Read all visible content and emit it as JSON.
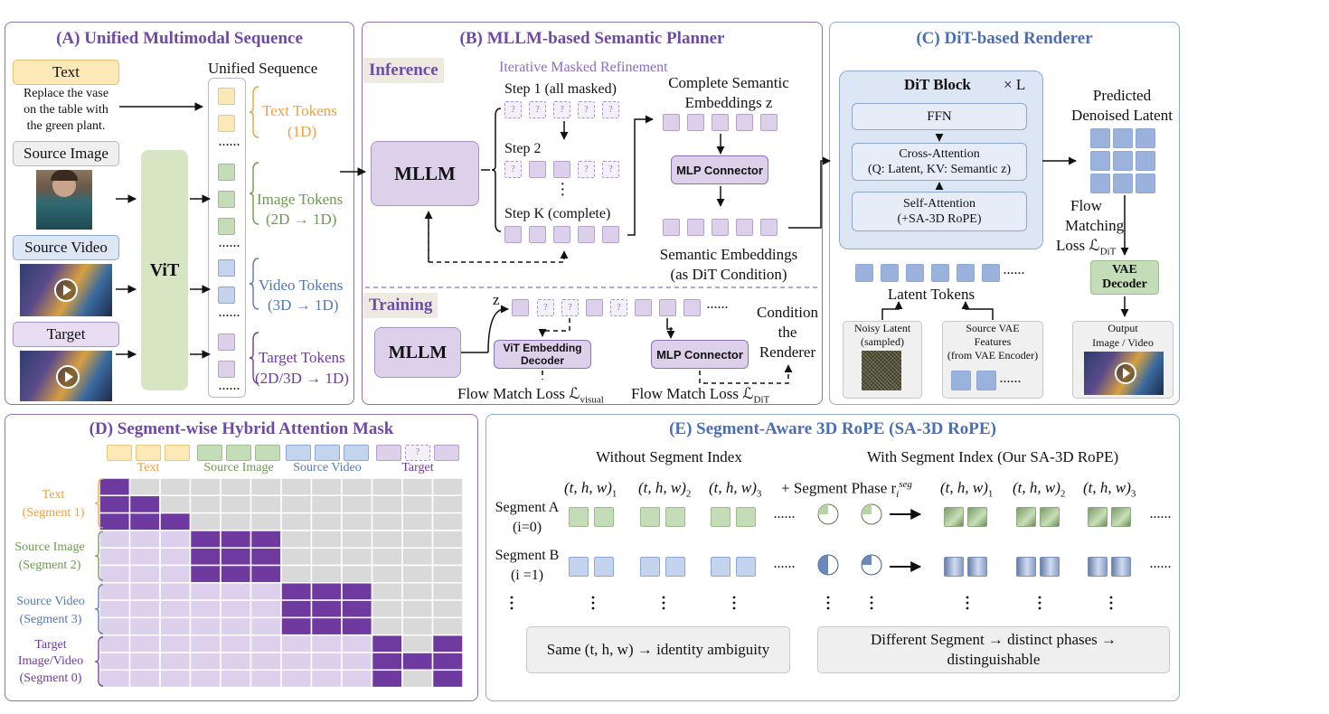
{
  "panel_a": {
    "title": "(A) Unified Multimodal Sequence",
    "text_label": "Text",
    "text_prompt": [
      "Replace the vase",
      "on the table with",
      "the green plant."
    ],
    "source_image_label": "Source Image",
    "source_video_label": "Source Video",
    "target_label": "Target",
    "vit_label": "ViT",
    "unified_sequence_label": "Unified Sequence",
    "text_tokens": [
      "Text Tokens",
      "(1D)"
    ],
    "image_tokens": [
      "Image Tokens",
      "(2D → 1D)"
    ],
    "video_tokens": [
      "Video Tokens",
      "(3D → 1D)"
    ],
    "target_tokens": [
      "Target Tokens",
      "(2D/3D → 1D)"
    ],
    "ellipsis": "......"
  },
  "panel_b": {
    "title": "(B) MLLM-based Semantic Planner",
    "inference_tag": "Inference",
    "training_tag": "Training",
    "iterative_label": "Iterative Masked Refinement",
    "mllm_label": "MLLM",
    "step1": "Step 1 (all masked)",
    "step2": "Step 2",
    "stepk": "Step K (complete)",
    "complete_embeddings": [
      "Complete Semantic",
      "Embeddings z"
    ],
    "mlp_connector": "MLP Connector",
    "semantic_embeddings": [
      "Semantic Embeddings",
      "(as DiT Condition)"
    ],
    "z_label": "z",
    "vit_embedding_decoder": [
      "ViT Embedding",
      "Decoder"
    ],
    "flow_match_loss_visual": "Flow Match Loss ℒ",
    "visual_sub": "visual",
    "flow_match_loss_dit": "Flow Match Loss ℒ",
    "dit_sub": "DiT",
    "condition_renderer": [
      "Condition",
      "the",
      "Renderer"
    ],
    "mask_symbol": "?"
  },
  "panel_c": {
    "title": "(C) DiT-based Renderer",
    "dit_block": "DiT Block",
    "times_l": "× L",
    "ffn": "FFN",
    "cross_attention": [
      "Cross-Attention",
      "(Q: Latent, KV: Semantic z)"
    ],
    "self_attention": [
      "Self-Attention",
      "(+SA-3D RoPE)"
    ],
    "predicted": [
      "Predicted",
      "Denoised Latent"
    ],
    "flow_matching_loss": [
      "Flow",
      "Matching",
      "Loss ℒ"
    ],
    "loss_sub": "DiT",
    "vae_decoder": [
      "VAE",
      "Decoder"
    ],
    "latent_tokens": "Latent Tokens",
    "noisy_latent": [
      "Noisy Latent",
      "(sampled)"
    ],
    "source_vae": [
      "Source VAE",
      "Features",
      "(from VAE Encoder)"
    ],
    "output": [
      "Output",
      "Image / Video"
    ]
  },
  "panel_d": {
    "title": "(D) Segment-wise Hybrid Attention Mask",
    "col_groups": [
      "Text",
      "Source Image",
      "Source Video",
      "Target"
    ],
    "row_labels": [
      [
        "Text",
        "(Segment 1)"
      ],
      [
        "Source Image",
        "(Segment 2)"
      ],
      [
        "Source Video",
        "(Segment 3)"
      ],
      [
        "Target",
        "Image/Video",
        "(Segment 0)"
      ]
    ],
    "mask_matrix": [
      [
        2,
        0,
        0,
        0,
        0,
        0,
        0,
        0,
        0,
        0,
        0,
        0
      ],
      [
        2,
        2,
        0,
        0,
        0,
        0,
        0,
        0,
        0,
        0,
        0,
        0
      ],
      [
        2,
        2,
        2,
        0,
        0,
        0,
        0,
        0,
        0,
        0,
        0,
        0
      ],
      [
        1,
        1,
        1,
        2,
        2,
        2,
        0,
        0,
        0,
        0,
        0,
        0
      ],
      [
        1,
        1,
        1,
        2,
        2,
        2,
        0,
        0,
        0,
        0,
        0,
        0
      ],
      [
        1,
        1,
        1,
        2,
        2,
        2,
        0,
        0,
        0,
        0,
        0,
        0
      ],
      [
        1,
        1,
        1,
        1,
        1,
        1,
        2,
        2,
        2,
        0,
        0,
        0
      ],
      [
        1,
        1,
        1,
        1,
        1,
        1,
        2,
        2,
        2,
        0,
        0,
        0
      ],
      [
        1,
        1,
        1,
        1,
        1,
        1,
        2,
        2,
        2,
        0,
        0,
        0
      ],
      [
        1,
        1,
        1,
        1,
        1,
        1,
        1,
        1,
        1,
        2,
        0,
        2
      ],
      [
        1,
        1,
        1,
        1,
        1,
        1,
        1,
        1,
        1,
        2,
        2,
        2
      ],
      [
        1,
        1,
        1,
        1,
        1,
        1,
        1,
        1,
        1,
        2,
        0,
        2
      ]
    ],
    "colors": {
      "attend": "#6e3aa0",
      "context": "#dcd0ec",
      "blocked": "#d9d9d9"
    }
  },
  "panel_e": {
    "title": "(E) Segment-Aware 3D RoPE (SA-3D RoPE)",
    "without_label": "Without Segment Index",
    "with_label": "With Segment Index (Our SA-3D RoPE)",
    "coord": "(t, h, w)",
    "subs": [
      "1",
      "2",
      "3"
    ],
    "segment_phase": "+ Segment Phase r",
    "phase_sub": "i",
    "phase_sup": "seg",
    "segment_a": [
      "Segment A",
      "(i=0)"
    ],
    "segment_b": [
      "Segment B",
      "(i =1)"
    ],
    "ambiguity": "Same (t, h, w) → identity ambiguity",
    "distinct": [
      "Different Segment → distinct phases →",
      "distinguishable"
    ],
    "ellipsis": "......"
  },
  "colors": {
    "purple_title": "#6c4ea8",
    "blue_title": "#4a6fb5",
    "orange": "#f0a040",
    "green": "#6e9a50",
    "blue": "#5578b8",
    "purple": "#6e3aa0"
  }
}
